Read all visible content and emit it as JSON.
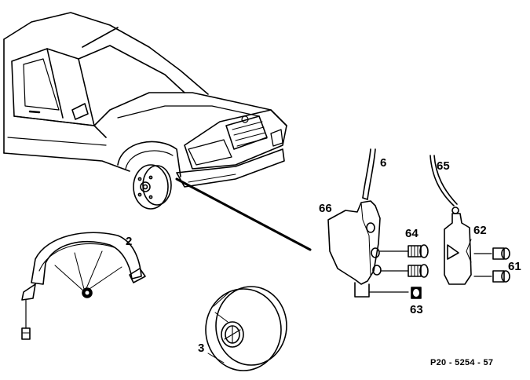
{
  "callouts": {
    "c2": "2",
    "c3": "3",
    "c6": "6",
    "c61": "61",
    "c62": "62",
    "c63": "63",
    "c64": "64",
    "c65": "65",
    "c66": "66"
  },
  "reference": "P20 - 5254 - 57",
  "colors": {
    "line": "#000000",
    "paper": "#ffffff"
  }
}
